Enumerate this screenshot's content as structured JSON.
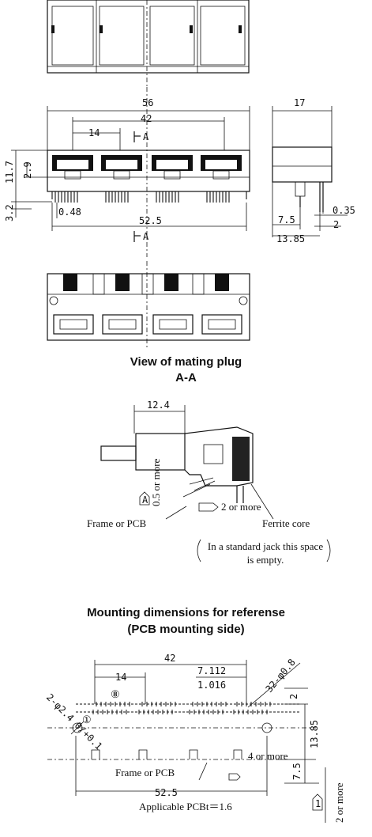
{
  "headings": {
    "mating_title": "View of mating plug",
    "mating_section": "A-A",
    "mounting_title": "Mounting dimensions for referense",
    "mounting_subtitle": "(PCB mounting side)"
  },
  "front_view": {
    "dim_56": "56",
    "dim_42": "42",
    "dim_14": "14",
    "section_mark_a": "A",
    "dim_11_7": "11.7",
    "dim_2_9": "2.9",
    "dim_3_2": "3.2",
    "dim_0_48": "0.48",
    "dim_52_5": "52.5"
  },
  "side_view": {
    "dim_17": "17",
    "dim_7_5": "7.5",
    "dim_0_35": "0.35",
    "dim_2": "2",
    "dim_13_85": "13.85"
  },
  "section_view": {
    "dim_12_4": "12.4",
    "gap_05": "0.5 or more",
    "gap_2": "2 or more",
    "label_frame": "Frame or PCB",
    "label_ferrite": "Ferrite core",
    "note": "In a standard jack this space is empty.",
    "datum_mark": "A"
  },
  "mounting": {
    "dim_42": "42",
    "dim_14": "14",
    "dim_7112": "7.112",
    "dim_1016": "1.016",
    "holes_small": "32-φ0.8",
    "holes_large": "2-φ2.4 0/+0.1",
    "pin_8": "⑧",
    "pin_1": "①",
    "dim_2": "2",
    "dim_13_85": "13.85",
    "dim_4_more": "4 or more",
    "dim_7_5": "7.5",
    "label_frame": "Frame or PCB",
    "dim_52_5": "52.5",
    "applicable_pcb": "Applicable PCBt＝1.6",
    "side_note": "2 or more",
    "datum_mark": "1"
  }
}
